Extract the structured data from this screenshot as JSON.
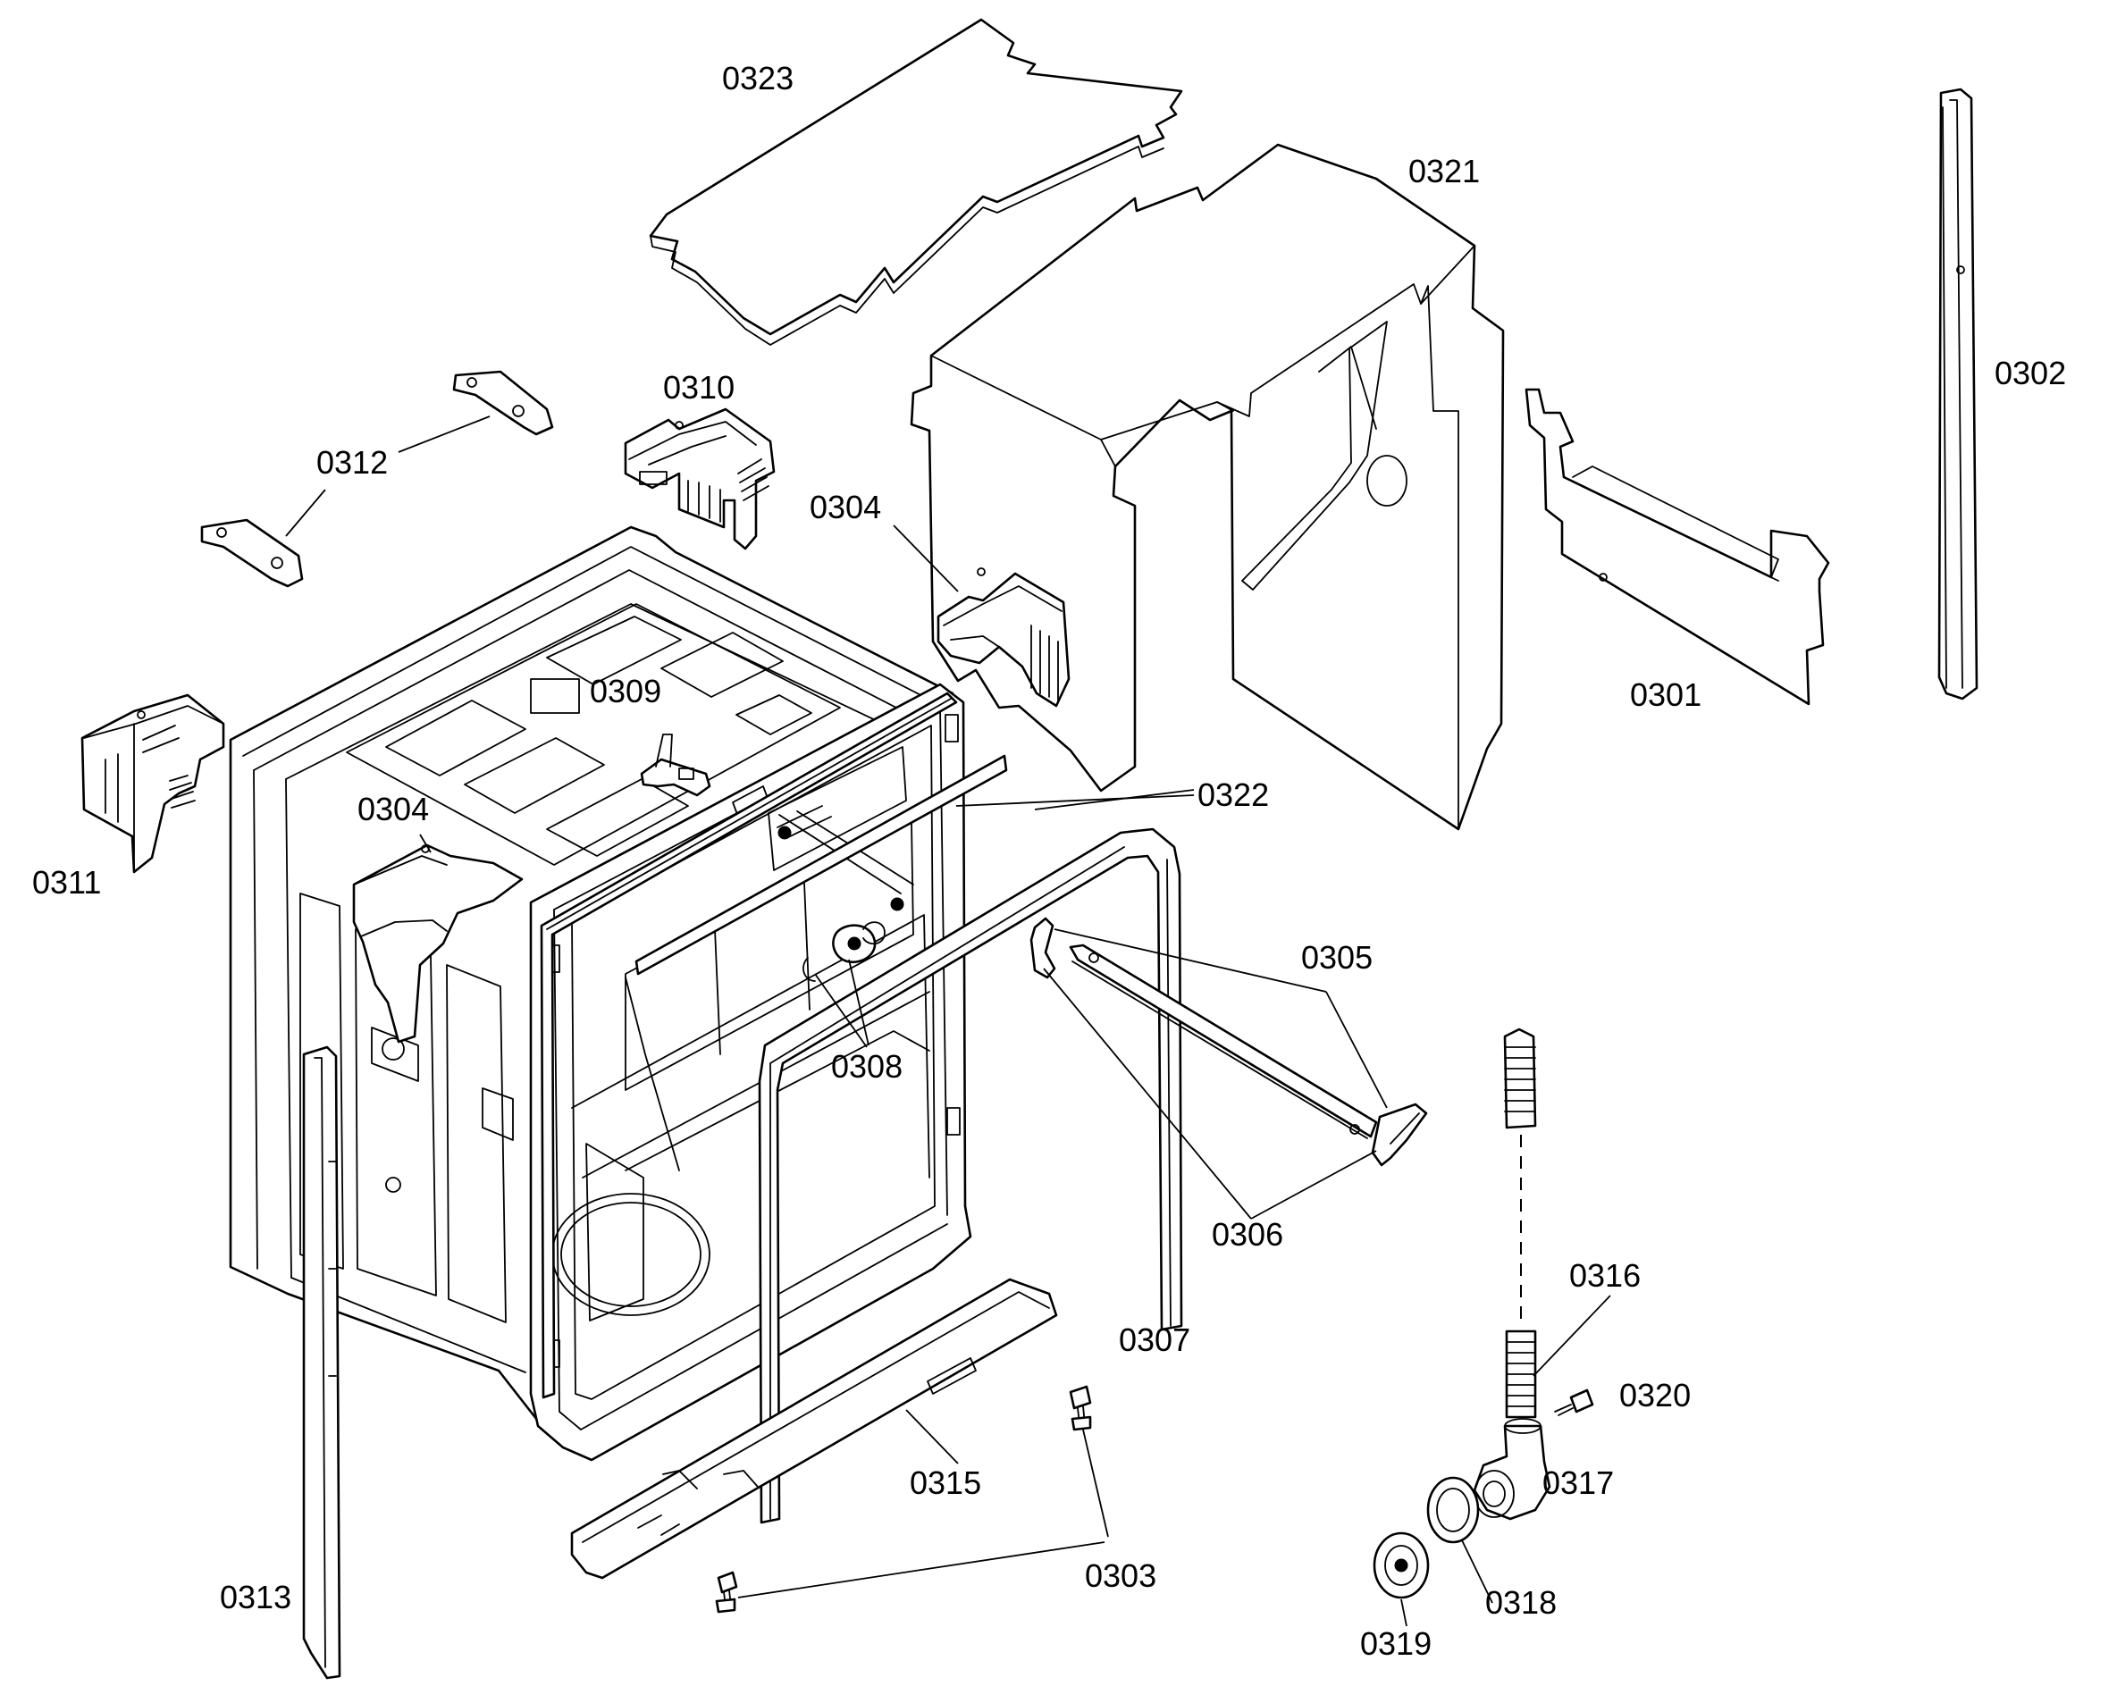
{
  "colors": {
    "line": "#000000",
    "background": "#ffffff"
  },
  "labels": {
    "p0323": "0323",
    "p0321": "0321",
    "p0302": "0302",
    "p0310": "0310",
    "p0312": "0312",
    "p0304a": "0304",
    "p0301": "0301",
    "p0309": "0309",
    "p0322": "0322",
    "p0304b": "0304",
    "p0311": "0311",
    "p0305": "0305",
    "p0308": "0308",
    "p0306": "0306",
    "p0316": "0316",
    "p0307": "0307",
    "p0320": "0320",
    "p0315": "0315",
    "p0317": "0317",
    "p0303": "0303",
    "p0318": "0318",
    "p0313": "0313",
    "p0319": "0319"
  }
}
